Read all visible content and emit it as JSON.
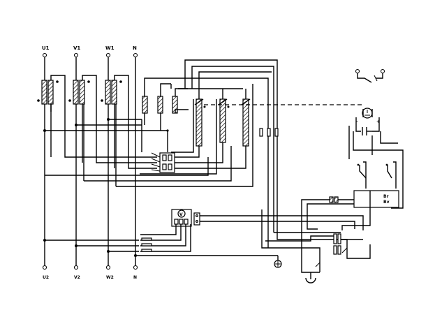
{
  "terminals_top": [
    "U1",
    "V1",
    "W1",
    "N"
  ],
  "terminals_bottom": [
    "U2",
    "V2",
    "W2",
    "N"
  ],
  "meter_label": "V",
  "controller_labels": [
    "Br",
    "Bv"
  ],
  "capacitor_signs": [
    "-",
    "+"
  ]
}
